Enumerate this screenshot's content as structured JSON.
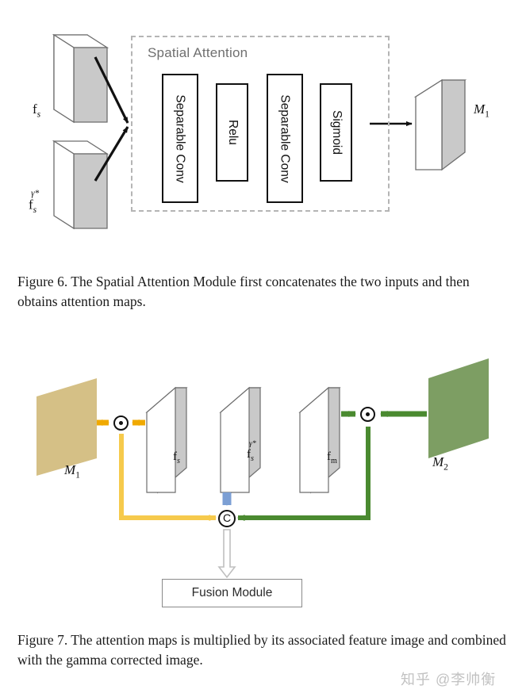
{
  "figure6": {
    "module_title": "Spatial Attention",
    "inputs": [
      {
        "id": "fs",
        "label_html": "f",
        "sub": "s",
        "sup": ""
      },
      {
        "id": "fsg",
        "label_html": "f",
        "sub": "s",
        "sup": "γ*"
      }
    ],
    "blocks": [
      {
        "label": "Separable Conv"
      },
      {
        "label": "Relu"
      },
      {
        "label": "Separable Conv"
      },
      {
        "label": "Sigmoid"
      }
    ],
    "output": {
      "id": "M1",
      "base": "M",
      "sub": "1"
    },
    "caption": "Figure 6. The Spatial Attention Module first concatenates the two inputs and then obtains attention maps."
  },
  "figure7": {
    "attention_maps": [
      {
        "id": "M1",
        "base": "M",
        "sub": "1",
        "color": "#d5c086"
      },
      {
        "id": "M2",
        "base": "M",
        "sub": "2",
        "color": "#7d9e63"
      }
    ],
    "features": [
      {
        "id": "fs",
        "base": "f",
        "sub": "s",
        "sup": ""
      },
      {
        "id": "fsg",
        "base": "f",
        "sub": "s",
        "sup": "γ*"
      },
      {
        "id": "fm",
        "base": "f",
        "sub": "m",
        "sup": ""
      }
    ],
    "operators": [
      {
        "id": "mul-left",
        "glyph": "⊙",
        "name": "elementwise-multiply"
      },
      {
        "id": "mul-right",
        "glyph": "⊙",
        "name": "elementwise-multiply"
      },
      {
        "id": "concat",
        "glyph": "C",
        "name": "concatenate"
      }
    ],
    "fusion_label": "Fusion Module",
    "caption": "Figure 7. The attention maps is multiplied by its associated feature image and combined with the gamma corrected image.",
    "colors": {
      "yellow_arrow": "#f0a900",
      "yellow_path": "#f6ca4c",
      "green_path": "#4a8a30",
      "blue_arrow": "#7c9fd4",
      "gray_arrow": "#bfbfbf",
      "slab_face": "#c9c9c9"
    }
  },
  "watermark": "知乎 @李帅衡"
}
